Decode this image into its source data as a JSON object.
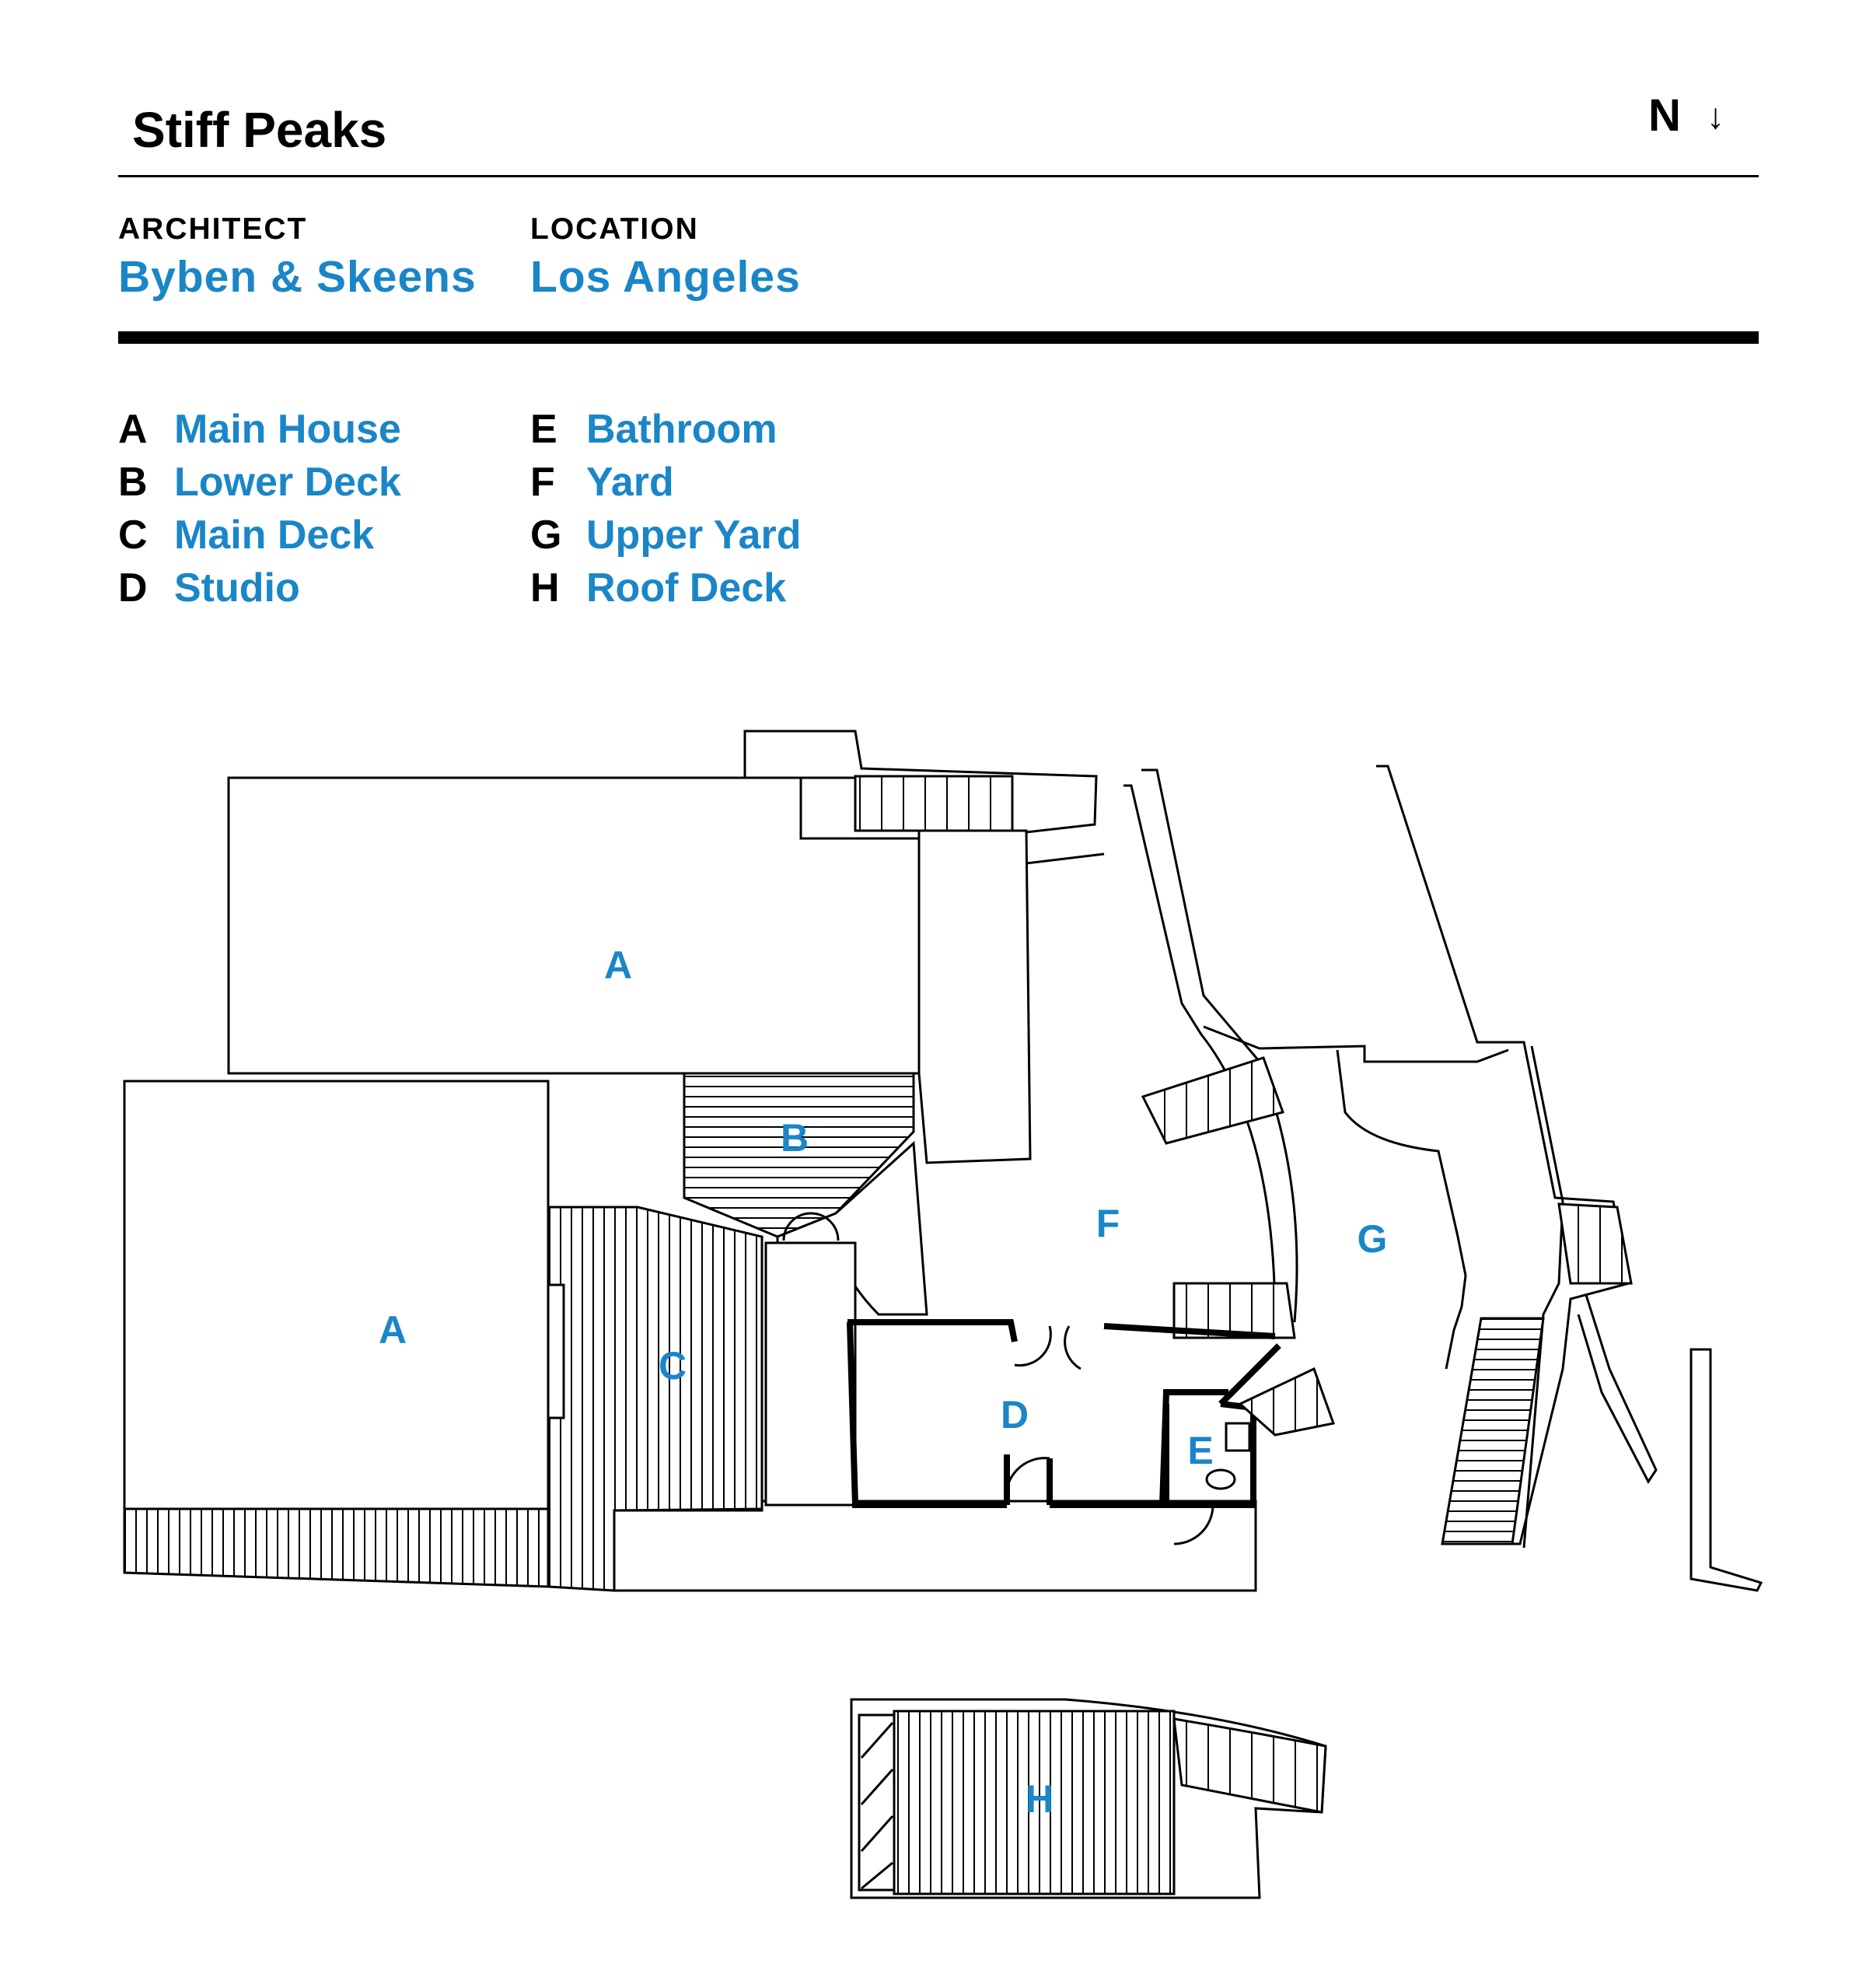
{
  "title": "Stiff Peaks",
  "north": "N",
  "north_arrow": "↓",
  "architect": {
    "label": "ARCHITECT",
    "value": "Byben & Skeens"
  },
  "location": {
    "label": "LOCATION",
    "value": "Los Angeles"
  },
  "legend": [
    {
      "key": "A",
      "label": "Main House"
    },
    {
      "key": "B",
      "label": "Lower Deck"
    },
    {
      "key": "C",
      "label": "Main Deck"
    },
    {
      "key": "D",
      "label": "Studio"
    },
    {
      "key": "E",
      "label": "Bathroom"
    },
    {
      "key": "F",
      "label": "Yard"
    },
    {
      "key": "G",
      "label": "Upper Yard"
    },
    {
      "key": "H",
      "label": "Roof Deck"
    }
  ],
  "plan_labels": {
    "a1": "A",
    "a2": "A",
    "b": "B",
    "c": "C",
    "d": "D",
    "e": "E",
    "f": "F",
    "g": "G",
    "h": "H"
  },
  "colors": {
    "accent": "#1a86c8",
    "ink": "#000000"
  }
}
